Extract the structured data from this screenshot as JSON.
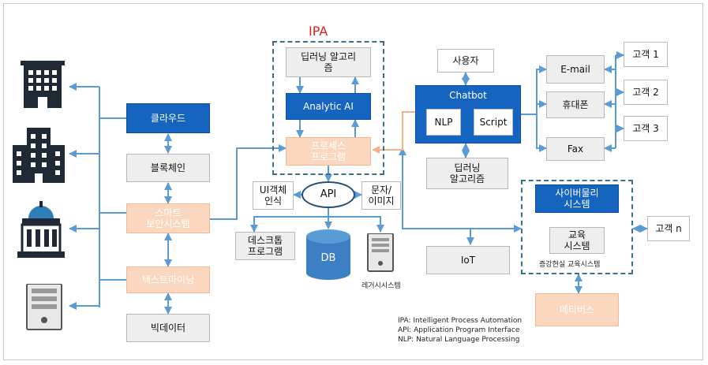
{
  "ipa_title": "IPA",
  "cloud": "클라우드",
  "blockchain": "블록체인",
  "smart_security": "스마트\n보안시스템",
  "text_mining": "텍스트마이닝",
  "big_data": "빅데이터",
  "deep_learning_top": "딥러닝 알고리\n즘",
  "analytic_ai": "Analytic AI",
  "process_program": "프로세스\n프로그램",
  "ui_object": "UI객체\n인식",
  "api": "API",
  "text_image": "문자/\n이미지",
  "desktop_program": "데스크톱\n프로그램",
  "db": "DB",
  "legacy_system": "레거시시스템",
  "user": "사용자",
  "chatbot": "Chatbot",
  "nlp": "NLP",
  "script": "Script",
  "deep_learning_bottom": "딥러닝\n알고리즘",
  "iot": "IoT",
  "email": "E-mail",
  "mobile": "휴대폰",
  "fax": "Fax",
  "customer1": "고객 1",
  "customer2": "고객 2",
  "customer3": "고객 3",
  "customer_n": "고객 n",
  "cps": "사이버물리\n시스템",
  "education_system": "교육\n시스템",
  "vr_education": "증강현실 교육시스템",
  "metaverse": "메타버스",
  "legend": [
    "IPA: Intelligent Process Automation",
    "API: Application Program Interface",
    "NLP: Natural Language Processing"
  ],
  "colors": {
    "blue": "#1565c0",
    "peach": "#fbd7bf",
    "gray": "#eeeeee",
    "line": "#5b9bd5",
    "dashed": "#3d6f8c",
    "ipa_red": "#e02020"
  }
}
